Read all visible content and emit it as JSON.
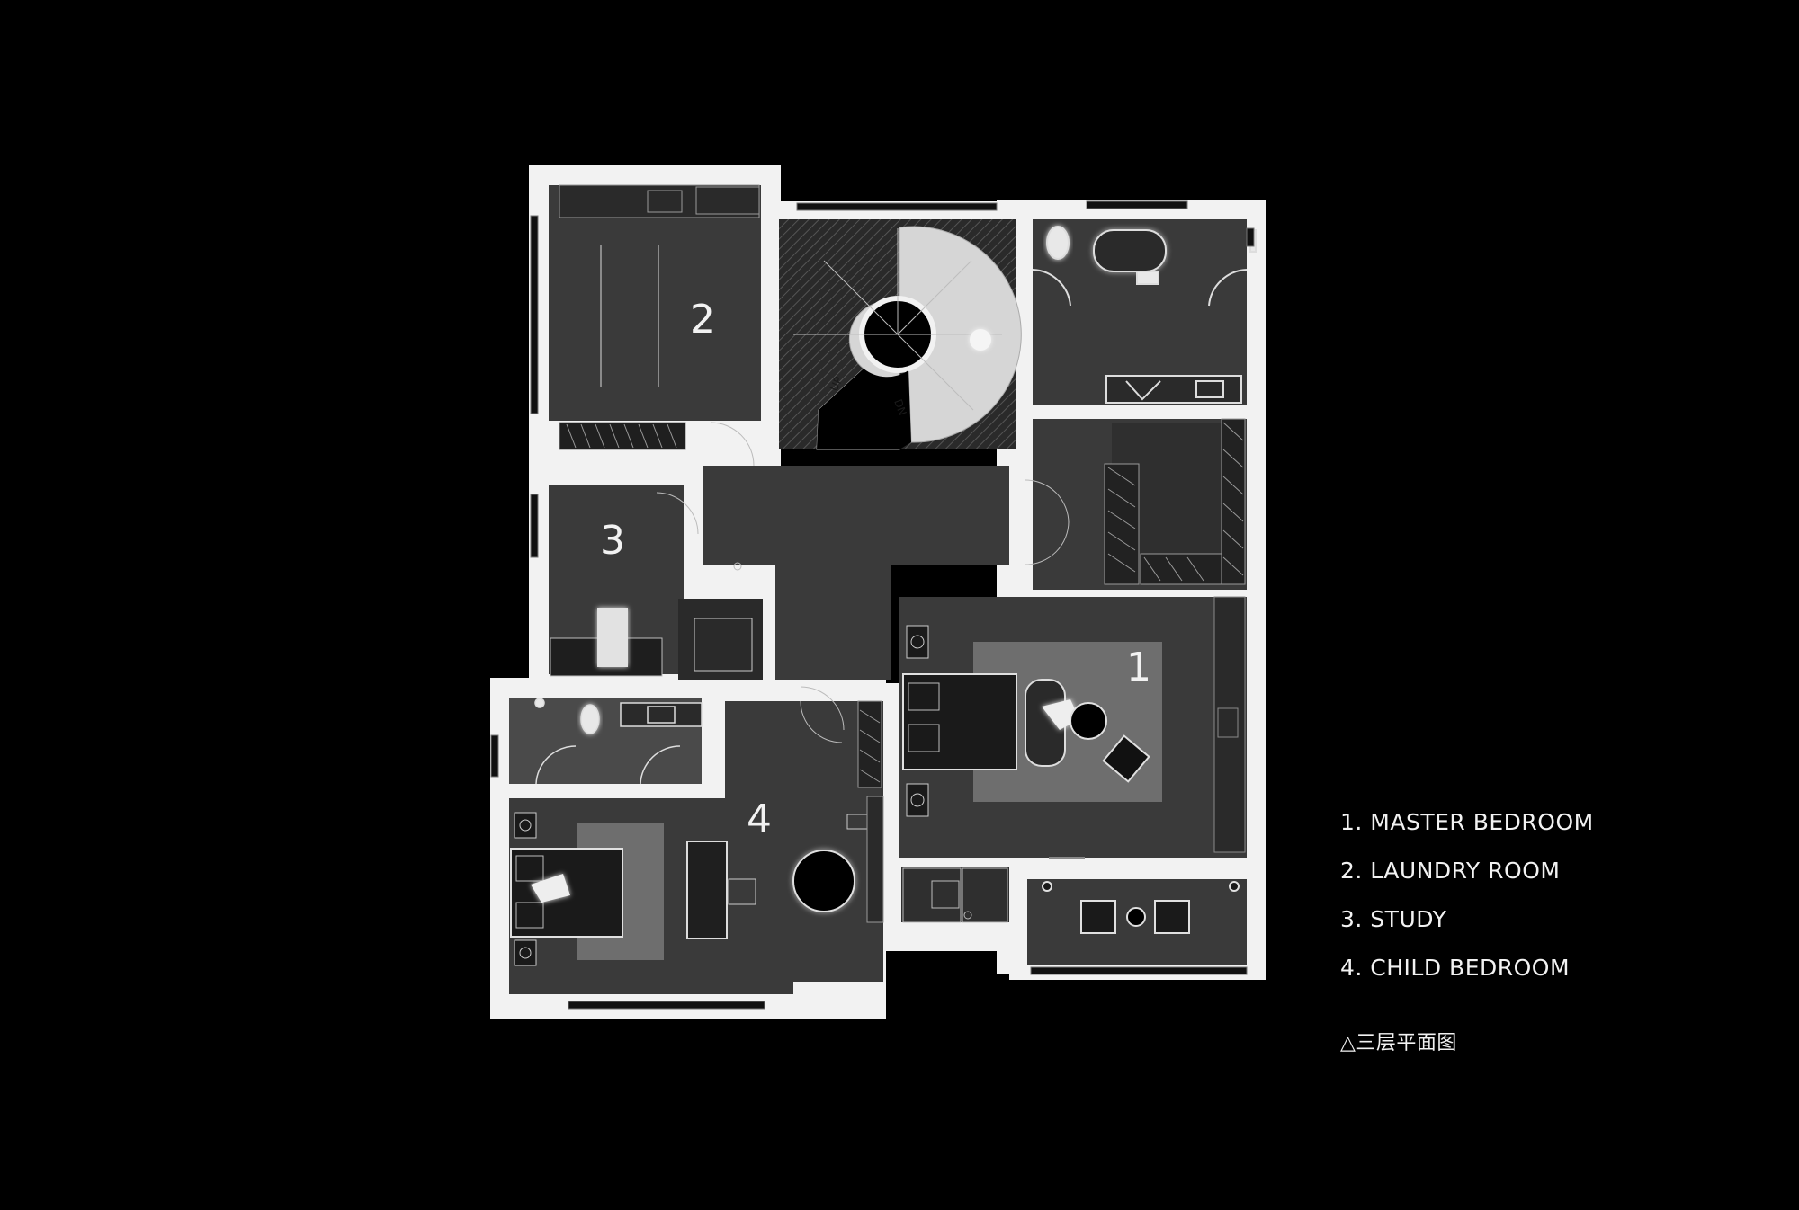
{
  "plan": {
    "room_numbers": [
      "1",
      "2",
      "3",
      "4"
    ],
    "stair_up": "UP",
    "stair_down": "DN"
  },
  "legend": {
    "items": [
      "1. MASTER BEDROOM",
      "2. LAUNDRY ROOM",
      "3. STUDY",
      "4. CHILD BEDROOM"
    ],
    "caption": "△三层平面图"
  },
  "colors": {
    "background": "#000000",
    "wall": "#f2f2f2",
    "floor": "#3a3a3a",
    "stair": "#d6d6d6",
    "rug": "#6e6e6e",
    "text": "#f2f2f2"
  }
}
